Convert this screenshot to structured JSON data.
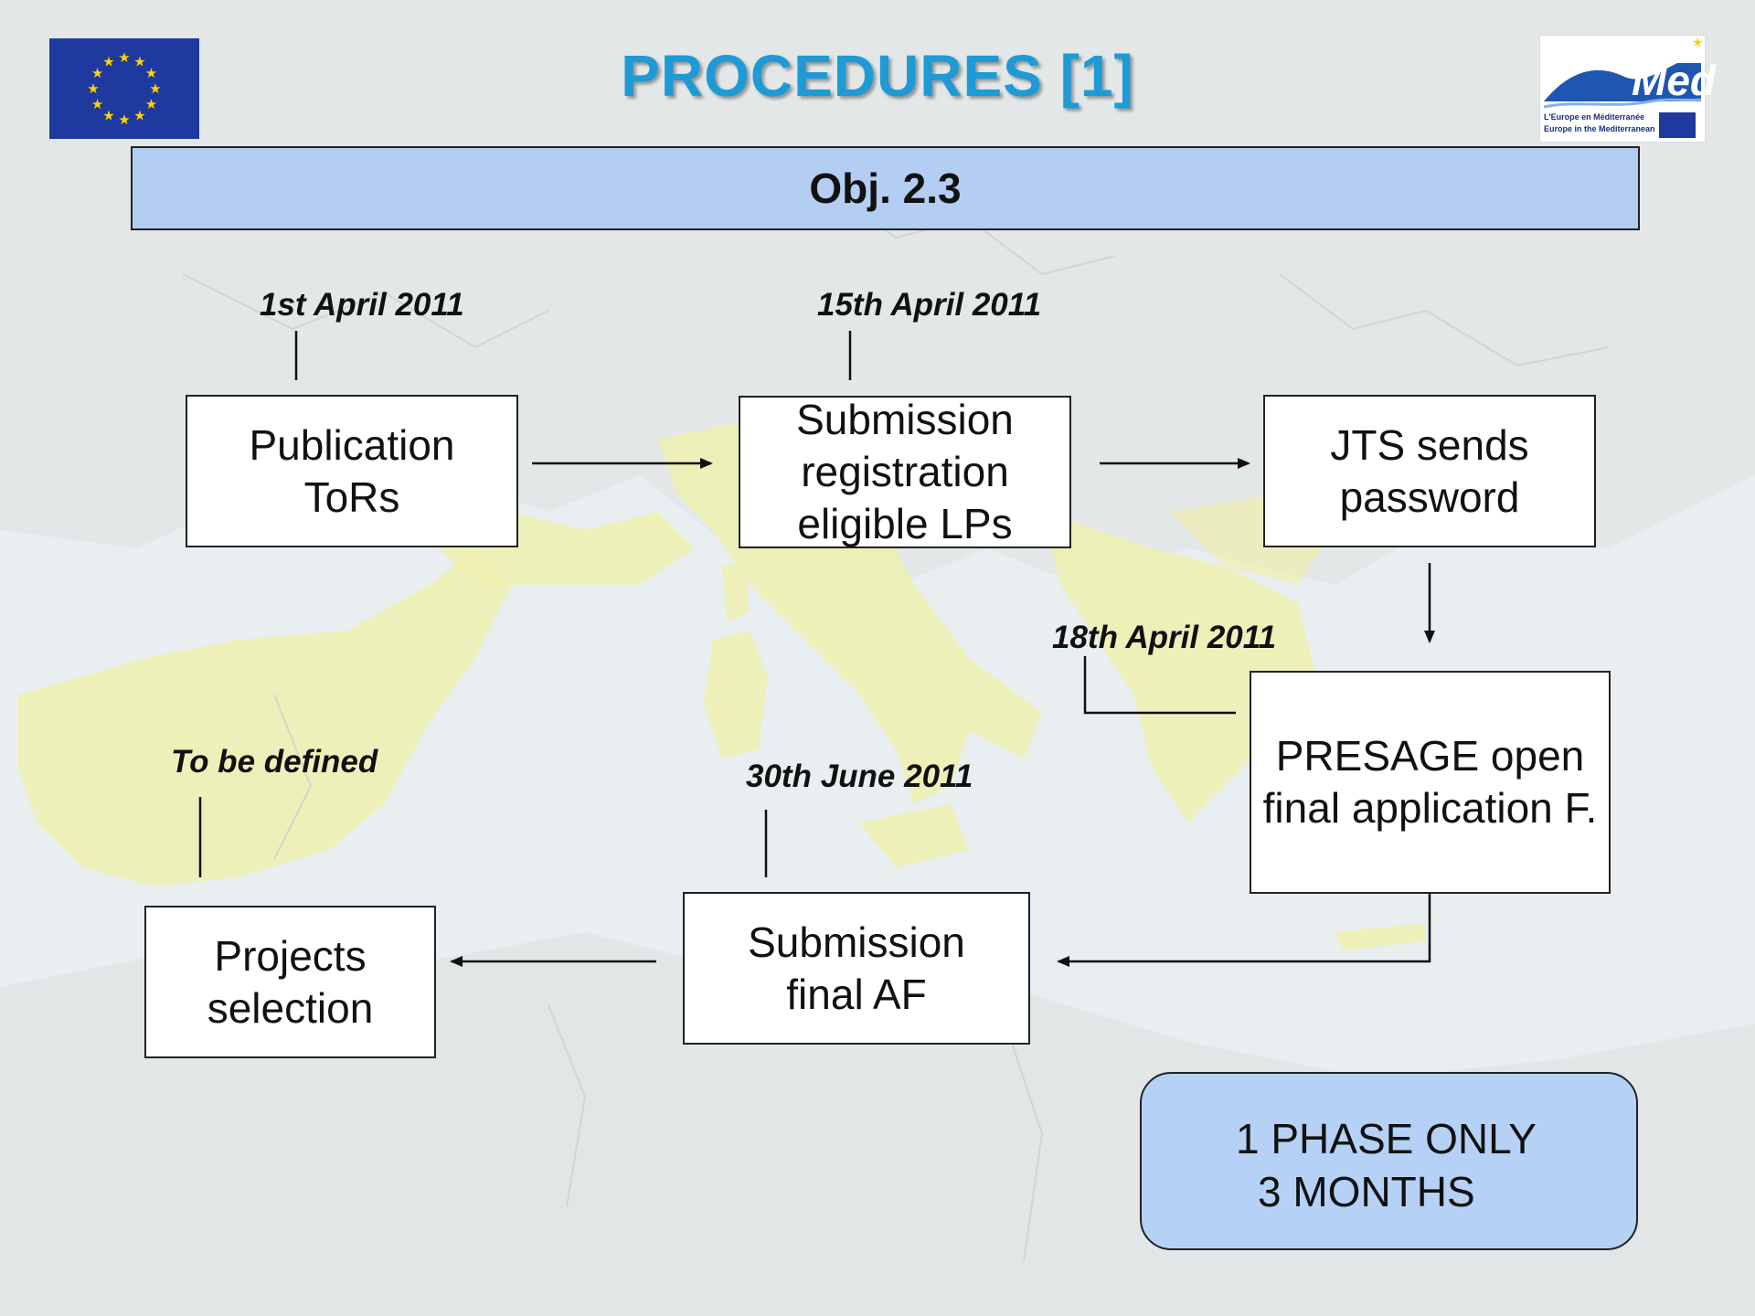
{
  "title": "PROCEDURES [1]",
  "objective": "Obj. 2.3",
  "logos": {
    "eu_flag": "EU flag",
    "med_logo_text": "Med",
    "med_tagline_fr": "L'Europe en Méditerranée",
    "med_tagline_en": "Europe in the Mediterranean"
  },
  "steps": {
    "publication": "Publication ToRs",
    "submission_registration": "Submission registration eligible LPs",
    "jts_password": "JTS sends password",
    "presage": "PRESAGE open final application F.",
    "submission_final": "Submission final AF",
    "projects_selection": "Projects selection"
  },
  "dates": {
    "publication": "1st April 2011",
    "submission_registration": "15th April 2011",
    "presage": "18th April 2011",
    "submission_final": "30th June 2011",
    "projects_selection": "To be defined"
  },
  "phase_note": {
    "line1": "1 PHASE ONLY",
    "line2": "3 MONTHS"
  },
  "colors": {
    "title": "#1e9ad6",
    "objective_bar": "#b3cdf3",
    "phase_box": "#b6d1f6",
    "land": "#eef1a8",
    "sea": "#e8eef1"
  }
}
